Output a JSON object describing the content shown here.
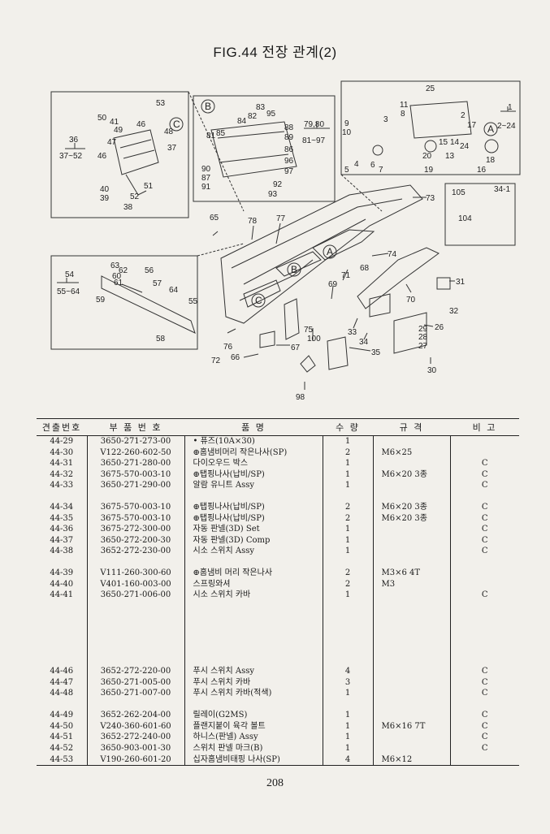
{
  "page": {
    "title": "FIG.44 전장 관계(2)",
    "page_number": "208"
  },
  "diagram": {
    "callouts_a": [
      "50",
      "41",
      "46",
      "53",
      "48",
      "49",
      "47",
      "37",
      "36",
      "37~52",
      "46",
      "51",
      "40",
      "39",
      "52",
      "38"
    ],
    "callouts_b": [
      "83",
      "95",
      "84",
      "82",
      "81",
      "85",
      "88",
      "89",
      "86",
      "96",
      "97",
      "90",
      "87",
      "91",
      "92",
      "93",
      "79,80",
      "81~97"
    ],
    "callouts_c": [
      "25",
      "11",
      "8",
      "3",
      "9",
      "10",
      "2",
      "17",
      "1",
      "2~24",
      "20",
      "15",
      "14",
      "24",
      "13",
      "18",
      "19",
      "16",
      "5",
      "4",
      "6",
      "7"
    ],
    "callouts_d": [
      "54",
      "55~64",
      "63",
      "62",
      "60",
      "61",
      "56",
      "57",
      "64",
      "59",
      "55",
      "58"
    ],
    "callouts_e": [
      "65",
      "78",
      "77",
      "73",
      "105",
      "34-1",
      "104",
      "74",
      "71",
      "68",
      "69",
      "70",
      "31",
      "32",
      "33",
      "34",
      "29",
      "28",
      "27",
      "26",
      "35",
      "30",
      "75",
      "100",
      "67",
      "76",
      "66",
      "72",
      "98"
    ],
    "circle_labels": [
      "A",
      "B",
      "C"
    ]
  },
  "table": {
    "headers": [
      "견출번호",
      "부 품 번 호",
      "품 명",
      "수 량",
      "규 격",
      "비 고"
    ],
    "rows": [
      {
        "no": "44-29",
        "part": "3650-271-273-00",
        "name": "• 퓨즈(10A×30)",
        "qty": "1",
        "spec": "",
        "note": ""
      },
      {
        "no": "44-30",
        "part": "V122-260-602-50",
        "name": "⊕홈냄비머리 작은나사(SP)",
        "qty": "2",
        "spec": "M6×25",
        "note": ""
      },
      {
        "no": "44-31",
        "part": "3650-271-280-00",
        "name": "다이오우드 박스",
        "qty": "1",
        "spec": "",
        "note": "C"
      },
      {
        "no": "44-32",
        "part": "3675-570-003-10",
        "name": "⊕탭핑나사(납비/SP)",
        "qty": "1",
        "spec": "M6×20 3종",
        "note": "C"
      },
      {
        "no": "44-33",
        "part": "3650-271-290-00",
        "name": "알람 유니트 Assy",
        "qty": "1",
        "spec": "",
        "note": "C"
      },
      {
        "no": "",
        "part": "",
        "name": "",
        "qty": "",
        "spec": "",
        "note": ""
      },
      {
        "no": "44-34",
        "part": "3675-570-003-10",
        "name": "⊕탭핑나사(납비/SP)",
        "qty": "2",
        "spec": "M6×20 3종",
        "note": "C"
      },
      {
        "no": "44-35",
        "part": "3675-570-003-10",
        "name": "⊕탭핑나사(납비/SP)",
        "qty": "2",
        "spec": "M6×20 3종",
        "note": "C"
      },
      {
        "no": "44-36",
        "part": "3675-272-300-00",
        "name": "자동 판넬(3D) Set",
        "qty": "1",
        "spec": "",
        "note": "C"
      },
      {
        "no": "44-37",
        "part": "3650-272-200-30",
        "name": "자동 판넬(3D) Comp",
        "qty": "1",
        "spec": "",
        "note": "C"
      },
      {
        "no": "44-38",
        "part": "3652-272-230-00",
        "name": "시소 스위치 Assy",
        "qty": "1",
        "spec": "",
        "note": "C"
      },
      {
        "no": "",
        "part": "",
        "name": "",
        "qty": "",
        "spec": "",
        "note": ""
      },
      {
        "no": "44-39",
        "part": "V111-260-300-60",
        "name": "⊕홈냄비 머리 작은나사",
        "qty": "2",
        "spec": "M3×6 4T",
        "note": ""
      },
      {
        "no": "44-40",
        "part": "V401-160-003-00",
        "name": "스프링와셔",
        "qty": "2",
        "spec": "M3",
        "note": ""
      },
      {
        "no": "44-41",
        "part": "3650-271-006-00",
        "name": "시소 스위치 카바",
        "qty": "1",
        "spec": "",
        "note": "C"
      },
      {
        "no": "",
        "part": "",
        "name": "",
        "qty": "",
        "spec": "",
        "note": ""
      },
      {
        "no": "",
        "part": "",
        "name": "",
        "qty": "",
        "spec": "",
        "note": ""
      },
      {
        "no": "",
        "part": "",
        "name": "",
        "qty": "",
        "spec": "",
        "note": ""
      },
      {
        "no": "",
        "part": "",
        "name": "",
        "qty": "",
        "spec": "",
        "note": ""
      },
      {
        "no": "",
        "part": "",
        "name": "",
        "qty": "",
        "spec": "",
        "note": ""
      },
      {
        "no": "",
        "part": "",
        "name": "",
        "qty": "",
        "spec": "",
        "note": ""
      },
      {
        "no": "44-46",
        "part": "3652-272-220-00",
        "name": "푸시 스위치 Assy",
        "qty": "4",
        "spec": "",
        "note": "C"
      },
      {
        "no": "44-47",
        "part": "3650-271-005-00",
        "name": "푸시 스위치 카바",
        "qty": "3",
        "spec": "",
        "note": "C"
      },
      {
        "no": "44-48",
        "part": "3650-271-007-00",
        "name": "푸시 스위치 카바(적색)",
        "qty": "1",
        "spec": "",
        "note": "C"
      },
      {
        "no": "",
        "part": "",
        "name": "",
        "qty": "",
        "spec": "",
        "note": ""
      },
      {
        "no": "44-49",
        "part": "3652-262-204-00",
        "name": "릴레이(G2MS)",
        "qty": "1",
        "spec": "",
        "note": "C"
      },
      {
        "no": "44-50",
        "part": "V240-360-601-60",
        "name": "플랜지붙이 육각 볼트",
        "qty": "1",
        "spec": "M6×16 7T",
        "note": "C"
      },
      {
        "no": "44-51",
        "part": "3652-272-240-00",
        "name": "하니스(판넬) Assy",
        "qty": "1",
        "spec": "",
        "note": "C"
      },
      {
        "no": "44-52",
        "part": "3650-903-001-30",
        "name": "스위치 판넬 마크(B)",
        "qty": "1",
        "spec": "",
        "note": "C"
      },
      {
        "no": "44-53",
        "part": "V190-260-601-20",
        "name": "십자홈냄비태핑 나사(SP)",
        "qty": "4",
        "spec": "M6×12",
        "note": ""
      }
    ]
  }
}
